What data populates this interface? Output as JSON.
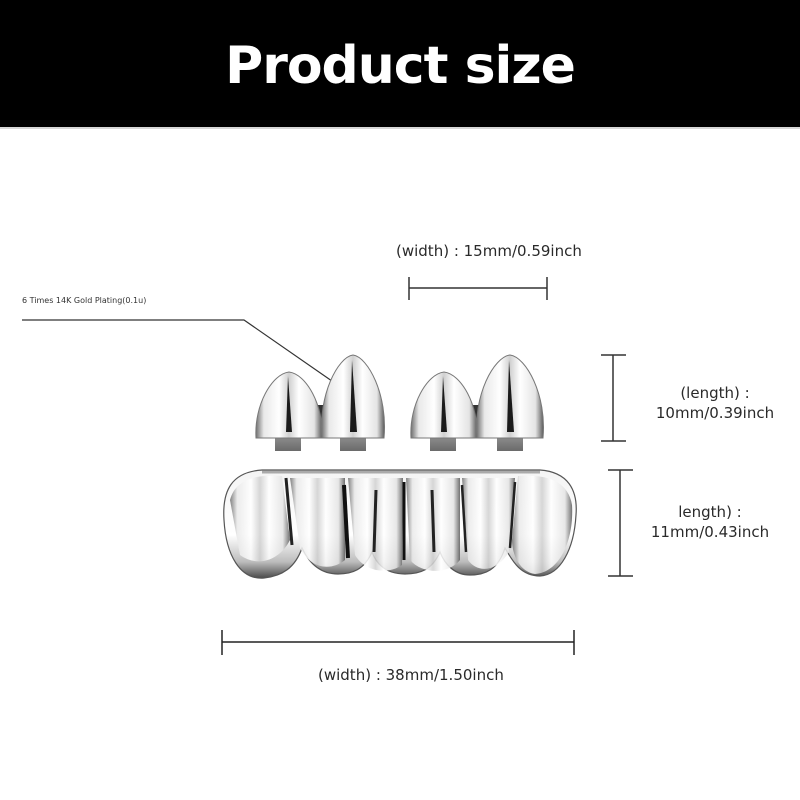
{
  "header": {
    "title": "Product size",
    "background": "#000000",
    "text_color": "#ffffff"
  },
  "annotations": {
    "plating": "6 Times 14K Gold Plating(0.1u)",
    "top_width": "(width) : 15mm/0.59inch",
    "upper_length_label": "(length) :",
    "upper_length_value": "10mm/0.39inch",
    "lower_length_label": "length) :",
    "lower_length_value": "11mm/0.43inch",
    "bottom_width": "(width) : 38mm/1.50inch"
  },
  "product": {
    "name": "grillz",
    "finish": "silver",
    "upper_teeth_count": 4,
    "lower_teeth_count": 6
  }
}
